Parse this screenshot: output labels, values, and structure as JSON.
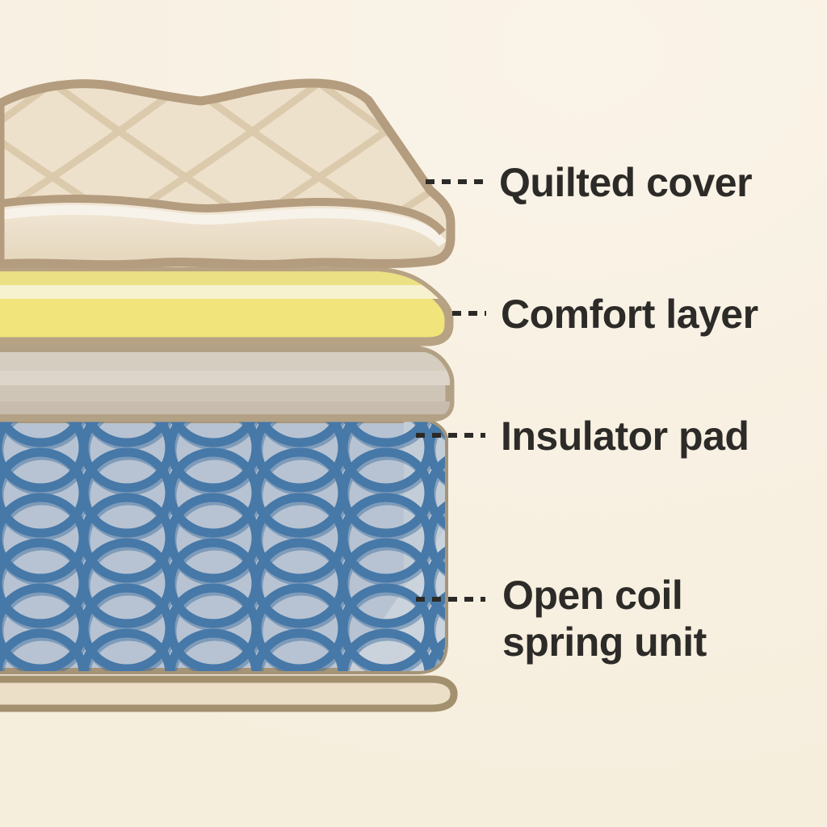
{
  "diagram": {
    "type": "mattress-cross-section",
    "labels": [
      {
        "id": "quilted-cover",
        "text": "Quilted cover"
      },
      {
        "id": "comfort-layer",
        "text": "Comfort layer"
      },
      {
        "id": "insulator-pad",
        "text": "Insulator pad"
      },
      {
        "id": "open-coil-spring-unit",
        "line1": "Open coil",
        "line2": "spring unit"
      }
    ],
    "layers": [
      {
        "name": "Quilted cover",
        "fill": "#eee1cb",
        "outline": "#b49c7f",
        "quilt_line": "#dccaad"
      },
      {
        "name": "Comfort layer",
        "fill": "#f0e47b",
        "highlight": "#f6f1cf",
        "outline": "#b7a284"
      },
      {
        "name": "Insulator pad",
        "fill": "#cfc5b7",
        "outline": "#b2a185"
      },
      {
        "name": "Open coil spring unit",
        "fill": "#b7c3d2",
        "spring_color": "#4678a8",
        "outline": "#a59478"
      },
      {
        "name": "Base border",
        "fill": "#ebdfc7",
        "outline": "#a3906e"
      }
    ],
    "colors": {
      "background": "#f8f1e3",
      "label_text": "#2d2b28",
      "leader_dash": "#2c2a26"
    }
  }
}
